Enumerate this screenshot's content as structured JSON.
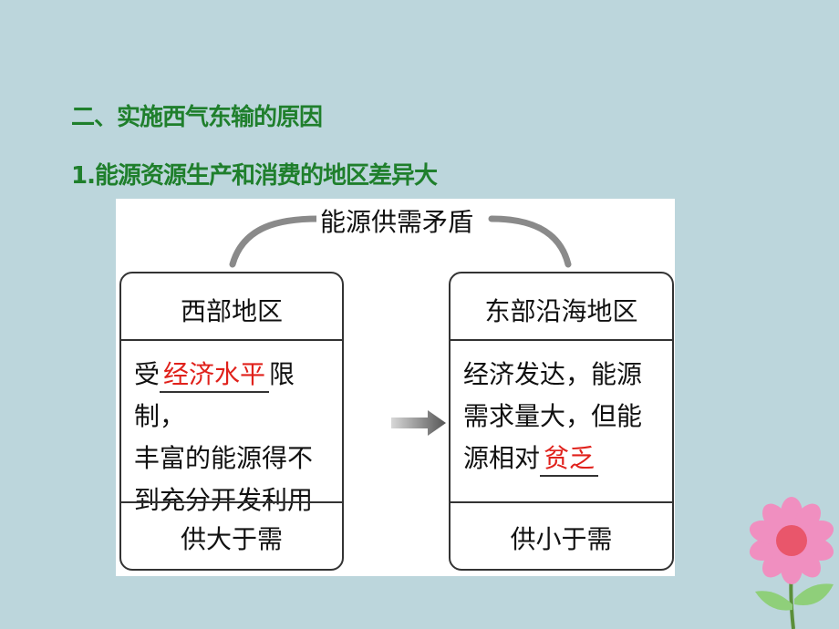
{
  "section_heading": "二、实施西气东输的原因",
  "subheading": "1.能源资源生产和消费的地区差异大",
  "diagram": {
    "title": "能源供需矛盾",
    "west": {
      "name": "西部地区",
      "line1_pre": "受",
      "line1_blank": "经济水平",
      "line1_post": "限制，",
      "line2": "丰富的能源得不",
      "line3": "到充分开发利用",
      "balance": "供大于需"
    },
    "east": {
      "name": "东部沿海地区",
      "line1": "经济发达，能源",
      "line2": "需求量大，但能",
      "line3_pre": "源相对",
      "line3_blank": "贫乏",
      "balance": "供小于需"
    }
  },
  "colors": {
    "heading": "#1f7f2c",
    "answer": "#e0211b",
    "background": "#bcd6dc"
  }
}
